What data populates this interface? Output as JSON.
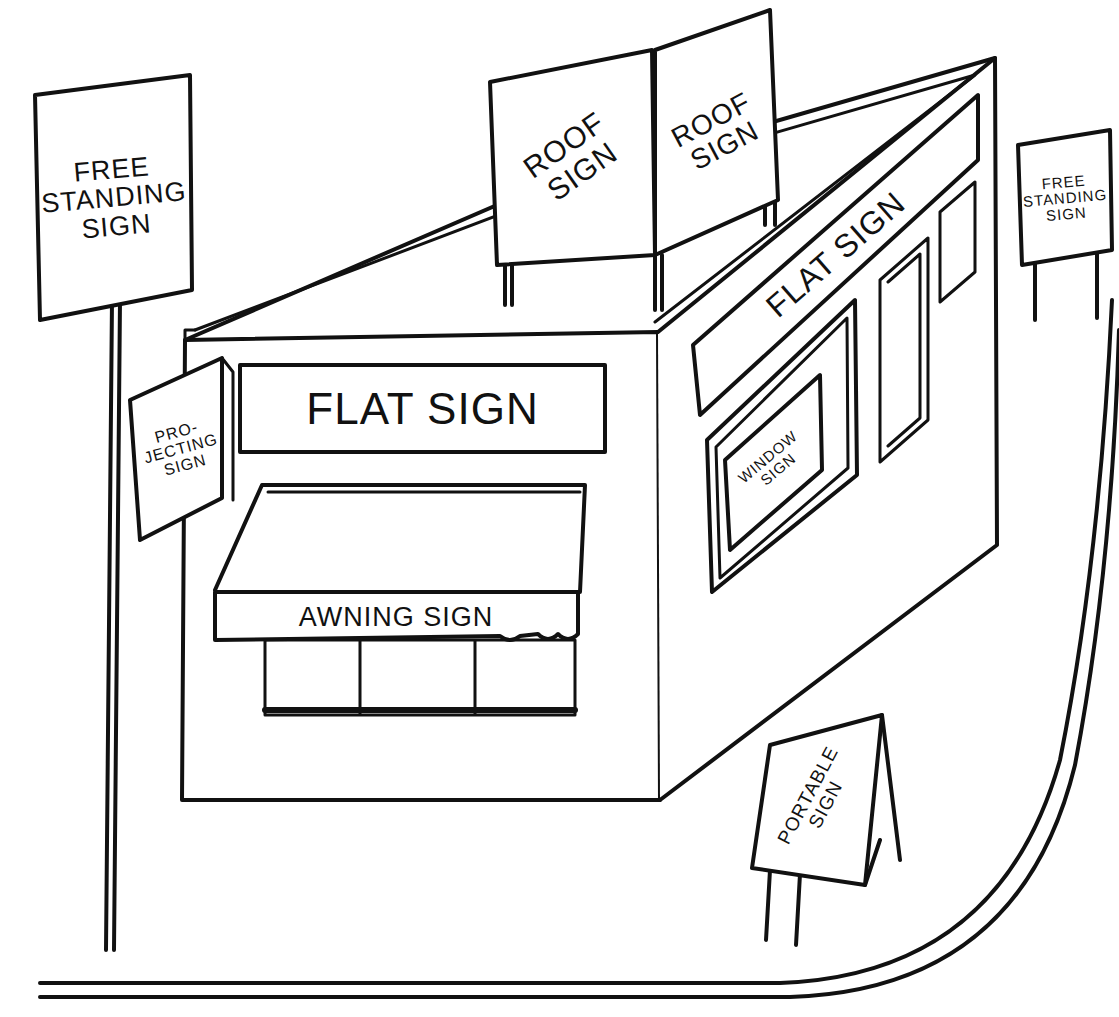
{
  "diagram": {
    "nodes": [
      {
        "text": [
          "FREE STANDING SIGN"
        ]
      },
      {
        "text": [
          "ROOF SIGN"
        ]
      },
      {
        "text": [
          "ROOF SIGN"
        ]
      },
      {
        "text": [
          "FREE STANDING SIGN"
        ]
      },
      {
        "text": [
          "PRO- JECTING SIGN"
        ]
      },
      {
        "text": [
          "FLAT SIGN"
        ]
      },
      {
        "text": [
          "FLAT SIGN"
        ]
      },
      {
        "text": [
          "WINDOW SIGN"
        ]
      },
      {
        "text": [
          "AWNING SIGN"
        ]
      },
      {
        "text": [
          "PORTABLE SIGN"
        ]
      }
    ]
  }
}
